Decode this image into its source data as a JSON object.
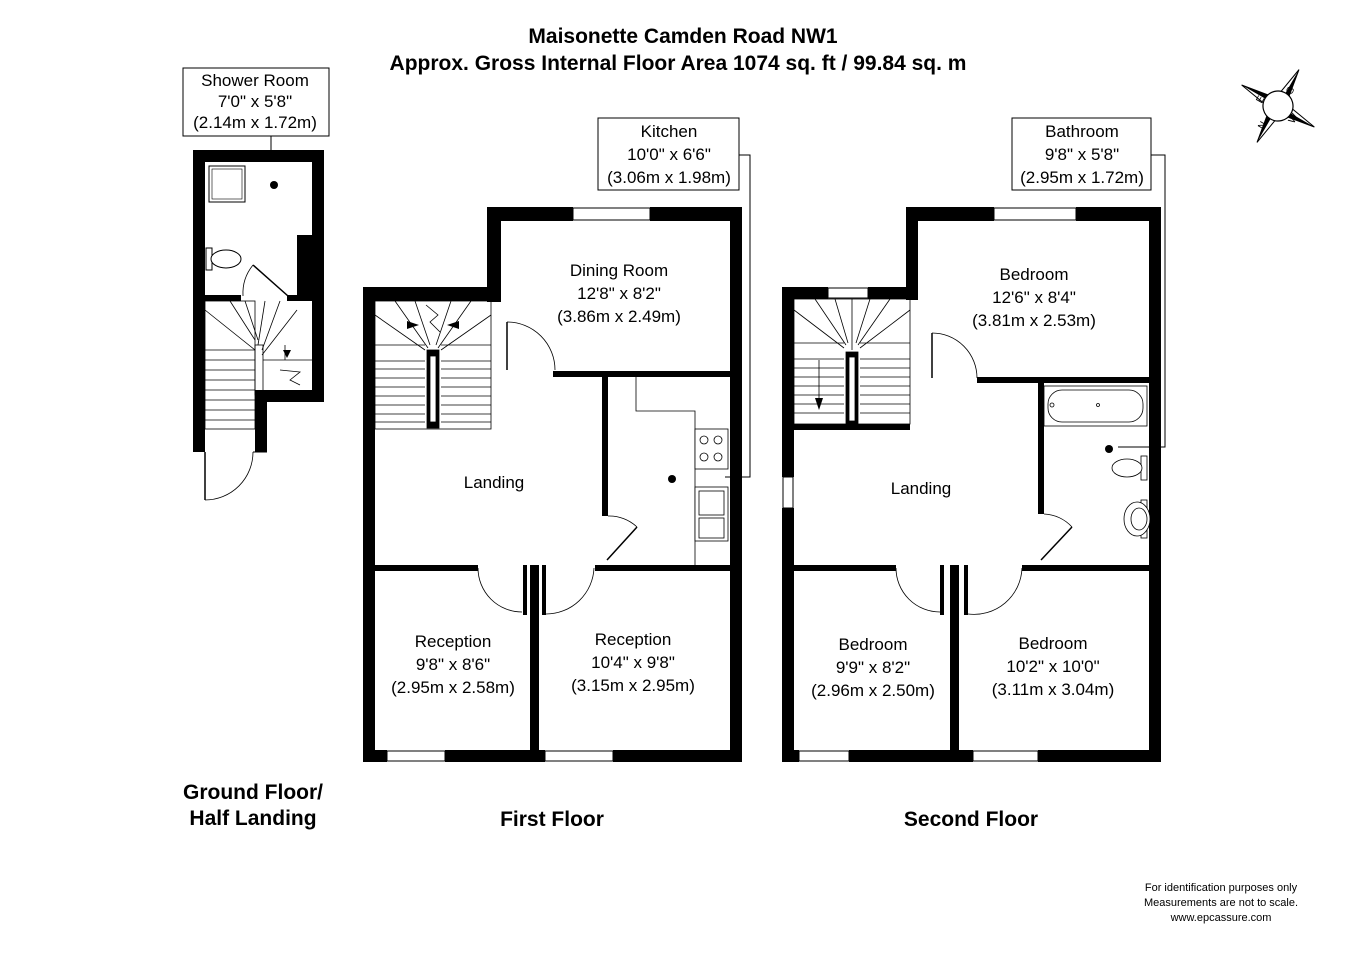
{
  "title": {
    "line1": "Maisonette Camden Road NW1",
    "line2": "Approx. Gross Internal Floor Area 1074 sq. ft / 99.84 sq. m"
  },
  "compass": {
    "letters": [
      "E",
      "S",
      "W",
      "N"
    ]
  },
  "rooms": {
    "shower": {
      "name": "Shower Room",
      "imperial": "7'0\" x 5'8\"",
      "metric": "(2.14m x 1.72m)"
    },
    "kitchen": {
      "name": "Kitchen",
      "imperial": "10'0\" x 6'6\"",
      "metric": "(3.06m x 1.98m)"
    },
    "dining": {
      "name": "Dining Room",
      "imperial": "12'8\" x 8'2\"",
      "metric": "(3.86m x 2.49m)"
    },
    "landing1": {
      "name": "Landing"
    },
    "reception1": {
      "name": "Reception",
      "imperial": "9'8\" x 8'6\"",
      "metric": "(2.95m x 2.58m)"
    },
    "reception2": {
      "name": "Reception",
      "imperial": "10'4\" x 9'8\"",
      "metric": "(3.15m x 2.95m)"
    },
    "bathroom": {
      "name": "Bathroom",
      "imperial": "9'8\" x 5'8\"",
      "metric": "(2.95m x 1.72m)"
    },
    "bedroom1": {
      "name": "Bedroom",
      "imperial": "12'6\" x 8'4\"",
      "metric": "(3.81m x 2.53m)"
    },
    "landing2": {
      "name": "Landing"
    },
    "bedroom2": {
      "name": "Bedroom",
      "imperial": "9'9\" x 8'2\"",
      "metric": "(2.96m x 2.50m)"
    },
    "bedroom3": {
      "name": "Bedroom",
      "imperial": "10'2\" x 10'0\"",
      "metric": "(3.11m x 3.04m)"
    }
  },
  "floors": {
    "ground": {
      "line1": "Ground Floor/",
      "line2": "Half Landing"
    },
    "first": {
      "label": "First Floor"
    },
    "second": {
      "label": "Second Floor"
    }
  },
  "notes": {
    "line1": "For identification purposes only",
    "line2": "Measurements are not to scale.",
    "line3": "www.epcassure.com"
  }
}
